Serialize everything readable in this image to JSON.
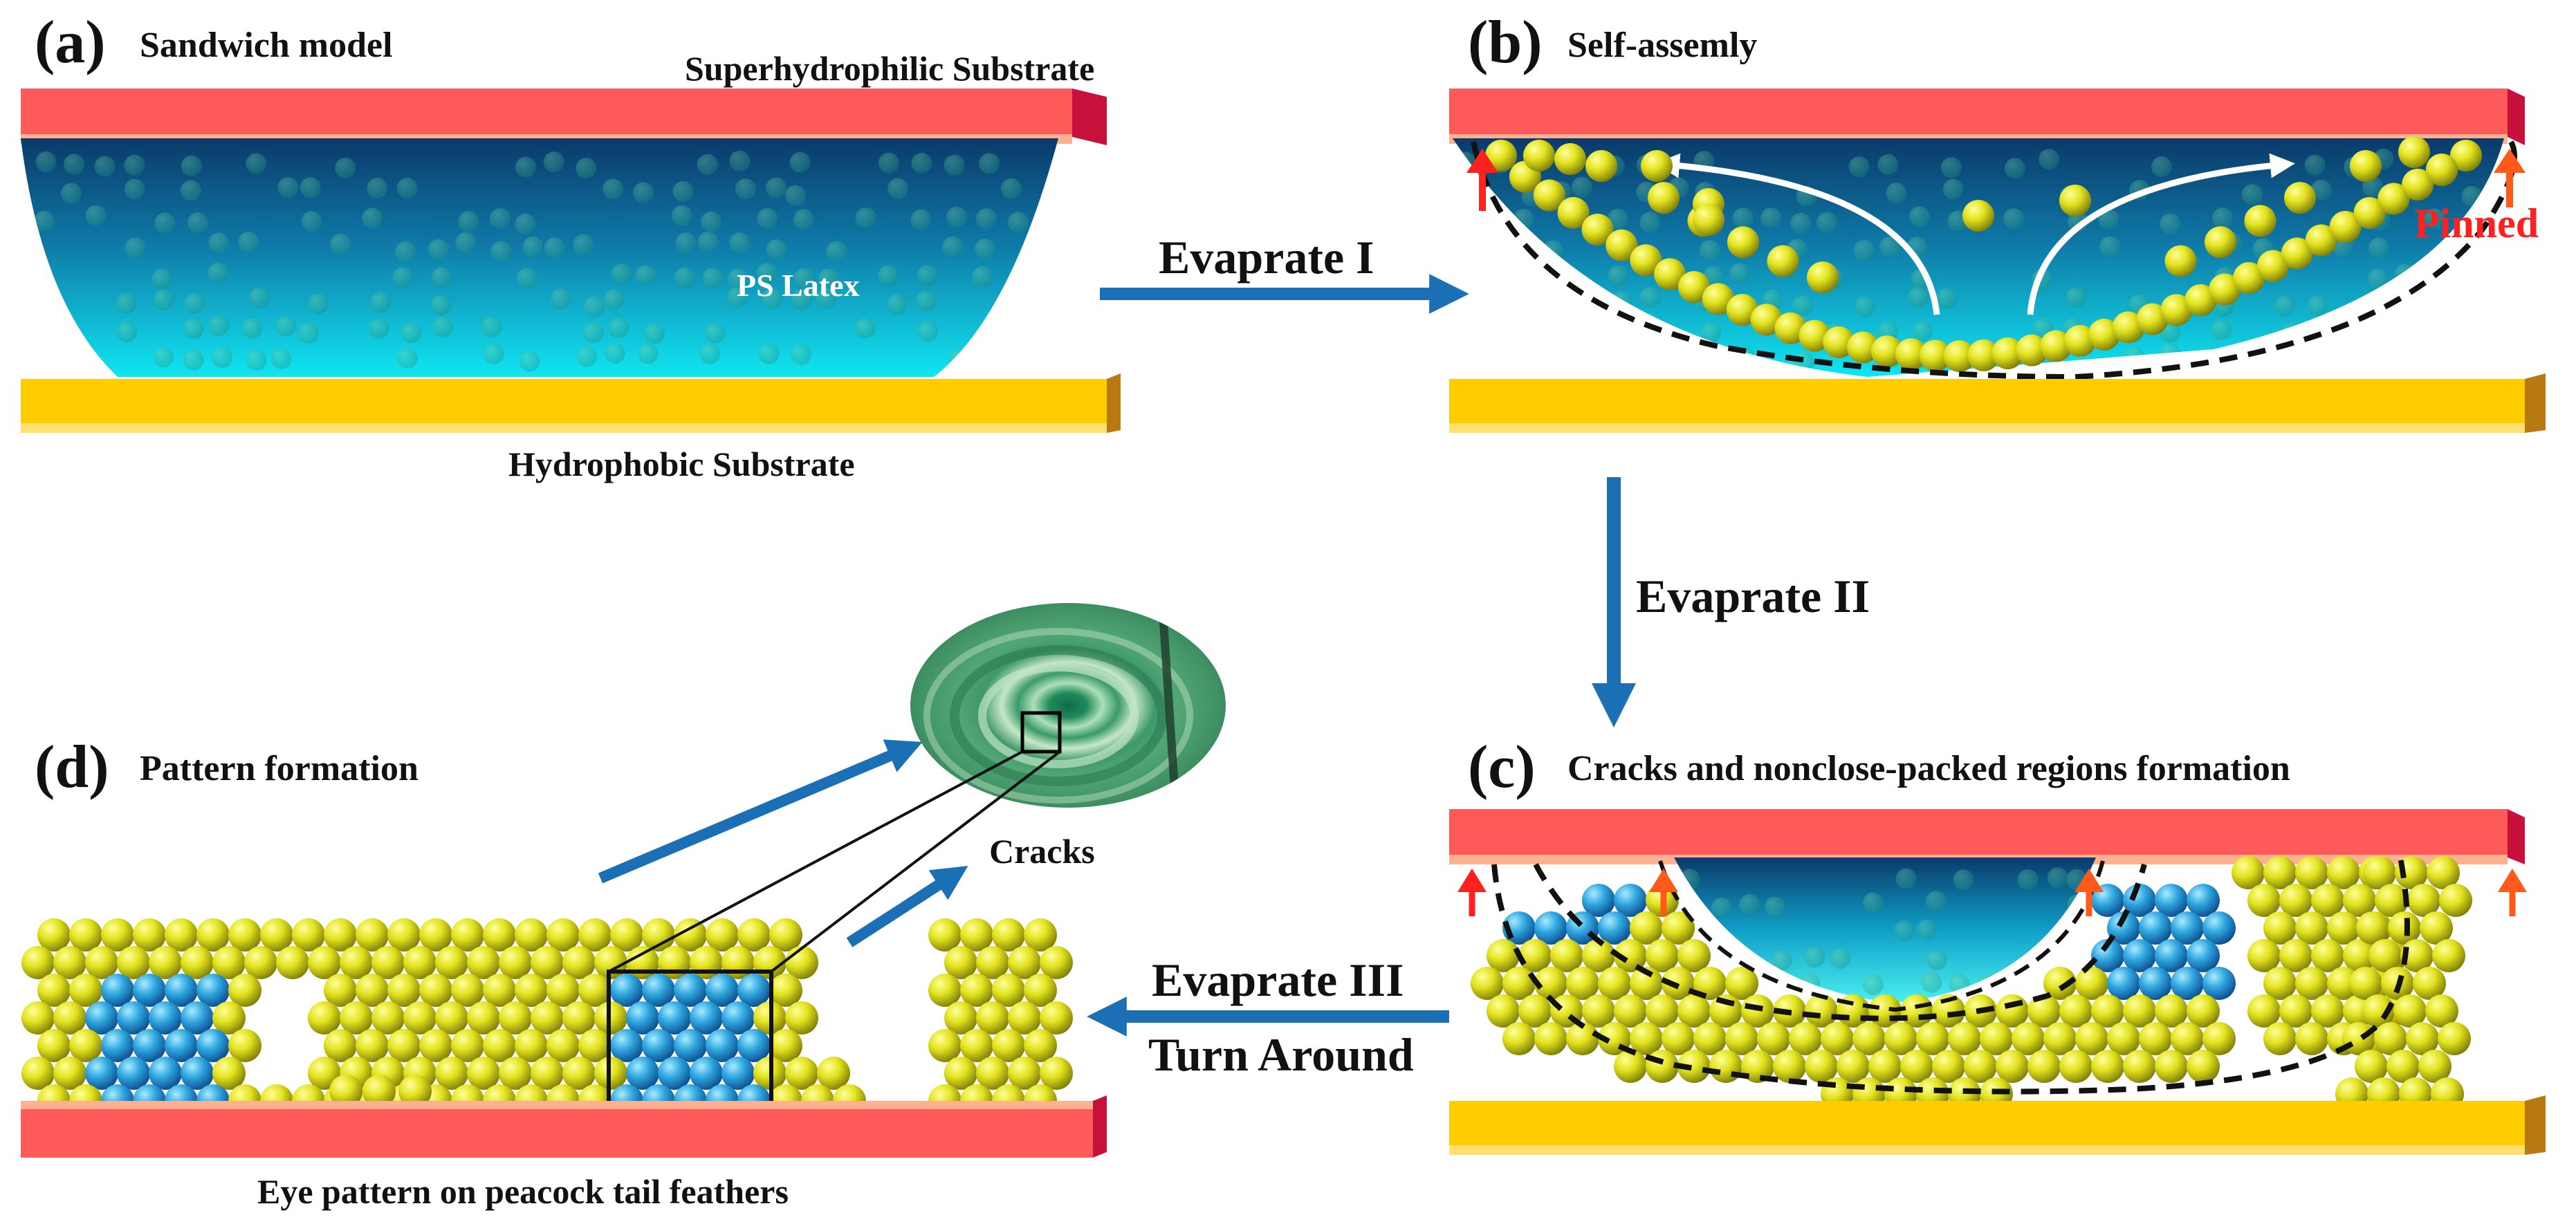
{
  "panels": {
    "a": {
      "label": "(a)",
      "title": "Sandwich model",
      "top_substrate": "Superhydrophilic Substrate",
      "bottom_substrate": "Hydrophobic Substrate",
      "liquid": "PS Latex"
    },
    "b": {
      "label": "(b)",
      "title": "Self-assemly",
      "pinned": "Pinned"
    },
    "c": {
      "label": "(c)",
      "title": "Cracks  and nonclose-packed regions formation"
    },
    "d": {
      "label": "(d)",
      "title": "Pattern formation",
      "cracks": "Cracks",
      "caption": "Eye pattern on peacock tail feathers"
    }
  },
  "steps": {
    "evaporate_1": "Evaprate I",
    "evaporate_2": "Evaprate II",
    "evaporate_3": "Evaprate III",
    "turn_around": "Turn Around"
  },
  "colors": {
    "top_substrate": "#ff5a5a",
    "top_substrate_side": "#c8103c",
    "bottom_substrate": "#ffcc00",
    "bottom_substrate_side": "#b87a10",
    "liquid_top": "#0a3a6a",
    "liquid_bottom": "#10e0f0",
    "particle_yellow": "#d4d420",
    "particle_blue": "#30a8e0",
    "process_arrow": "#1a6fb5",
    "pinned_arrow": "#ff2020"
  }
}
